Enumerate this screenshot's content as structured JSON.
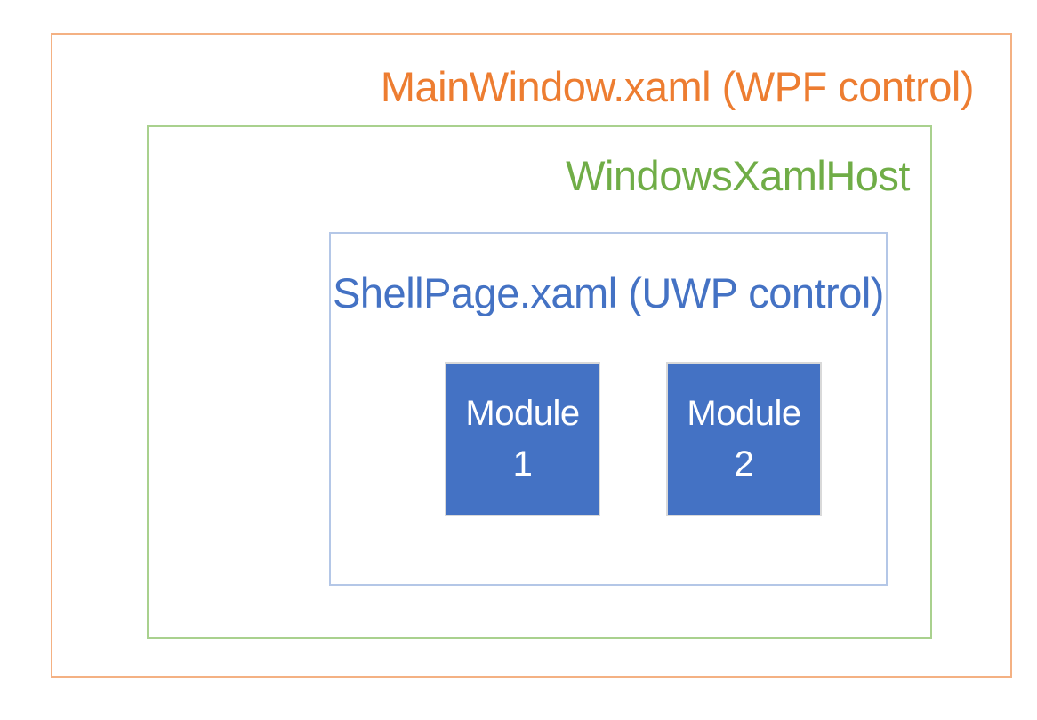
{
  "frames": {
    "main_window": {
      "label": "MainWindow.xaml (WPF control)",
      "label_color": "#ED7D31",
      "border_color": "#F4B183"
    },
    "xaml_host": {
      "label": "WindowsXamlHost",
      "label_color": "#70AD47",
      "border_color": "#A9D18E"
    },
    "shell_page": {
      "label": "ShellPage.xaml (UWP control)",
      "label_color": "#4472C4",
      "border_color": "#B4C7E7"
    }
  },
  "modules": [
    {
      "lines": [
        "Module",
        "1"
      ]
    },
    {
      "lines": [
        "Module",
        "2"
      ]
    }
  ],
  "module_style": {
    "fill": "#4472C4",
    "border": "#D9D9D9",
    "text_color": "#FFFFFF"
  },
  "background": "#FFFFFF"
}
